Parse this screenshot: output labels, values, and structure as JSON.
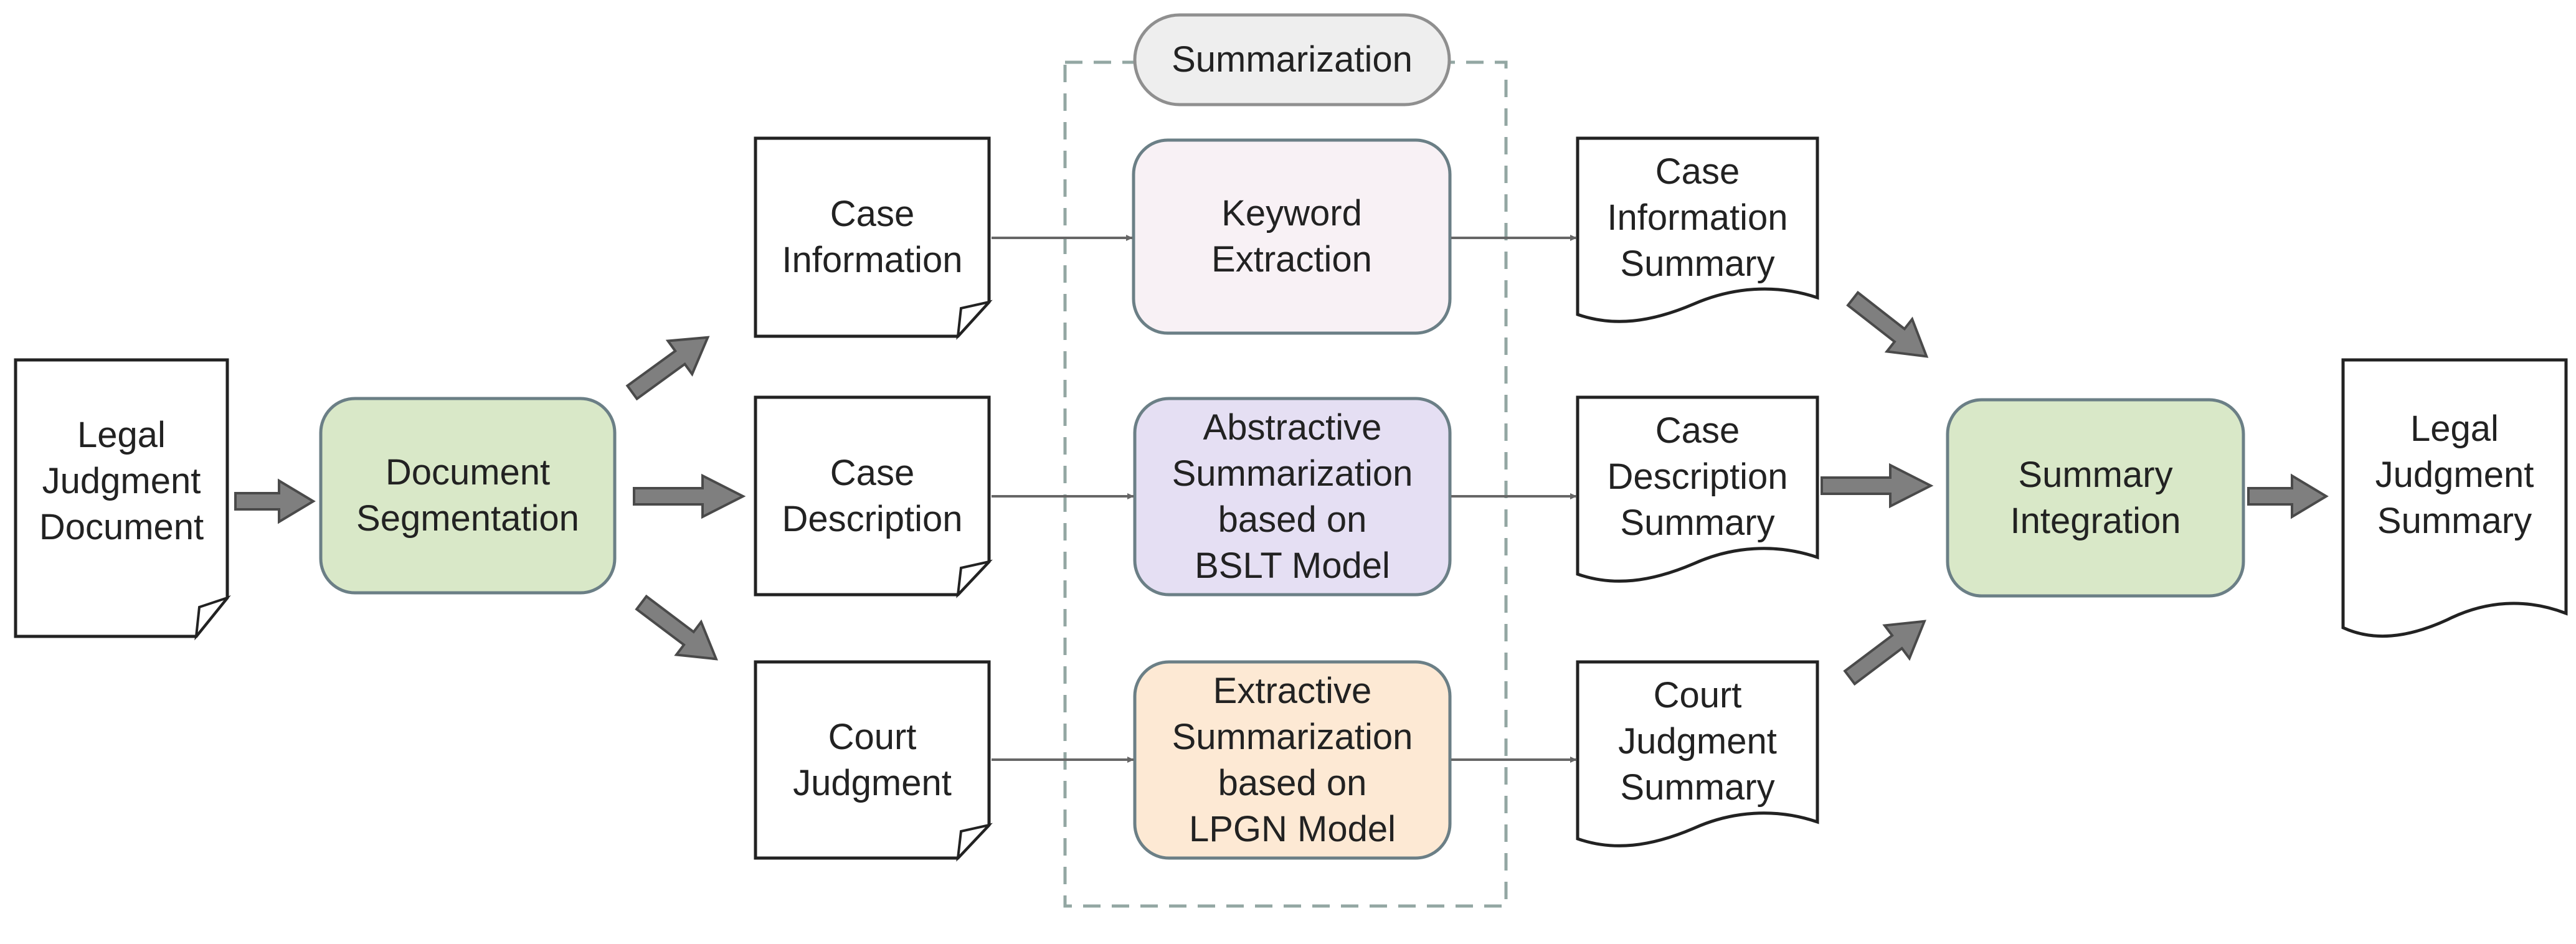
{
  "summarization_group": {
    "title": "Summarization"
  },
  "nodes": {
    "legal_judgment_document": {
      "lines": [
        "Legal",
        "Judgment",
        "Document"
      ]
    },
    "document_segmentation": {
      "lines": [
        "Document",
        "Segmentation"
      ]
    },
    "case_information": {
      "lines": [
        "Case",
        "Information"
      ]
    },
    "case_description": {
      "lines": [
        "Case",
        "Description"
      ]
    },
    "court_judgment": {
      "lines": [
        "Court",
        "Judgment"
      ]
    },
    "keyword_extraction": {
      "lines": [
        "Keyword",
        "Extraction"
      ]
    },
    "abstractive_summarization": {
      "lines": [
        "Abstractive",
        "Summarization",
        "based on",
        "BSLT Model"
      ]
    },
    "extractive_summarization": {
      "lines": [
        "Extractive",
        "Summarization",
        "based on",
        "LPGN Model"
      ]
    },
    "case_information_summary": {
      "lines": [
        "Case",
        "Information",
        "Summary"
      ]
    },
    "case_description_summary": {
      "lines": [
        "Case",
        "Description",
        "Summary"
      ]
    },
    "court_judgment_summary": {
      "lines": [
        "Court",
        "Judgment",
        "Summary"
      ]
    },
    "summary_integration": {
      "lines": [
        "Summary",
        "Integration"
      ]
    },
    "legal_judgment_summary": {
      "lines": [
        "Legal",
        "Judgment",
        "Summary"
      ]
    }
  },
  "colors": {
    "green_process": "#d9e8c8",
    "pink_process": "#f8f1f5",
    "purple_process": "#e5dff3",
    "orange_process": "#fde9d4",
    "pill_fill": "#eeeeee",
    "process_border": "#6b7f86",
    "dashed_border": "#93a7a3",
    "document_stroke": "#222222",
    "block_arrow_fill": "#7f7f7f",
    "block_arrow_stroke": "#4a4a4a",
    "thin_arrow": "#666666"
  }
}
